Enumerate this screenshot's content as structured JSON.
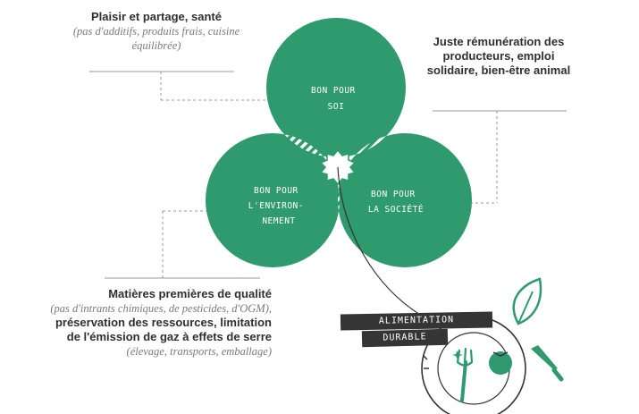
{
  "circles": {
    "soi": "BON POUR\nSOI",
    "env": "BON POUR\nL'ENVIRON-\nNEMENT",
    "soc": "BON POUR\nLA SOCIÉTÉ"
  },
  "blocks": {
    "soi": {
      "title": "Plaisir et partage, santé",
      "detail": "(pas d'additifs, produits frais, cuisine équilibrée)"
    },
    "societe": {
      "title": "Juste rémunération des producteurs, emploi solidaire, bien-être animal"
    },
    "env": {
      "title": "Matières premières de qualité",
      "detail1": "(pas d'intrants chimiques, de pesticides, d'OGM),",
      "middle": "préservation des ressources, limitation de l'émission de gaz à effets de serre",
      "detail2": "(élevage, transports, emballage)"
    }
  },
  "tags": {
    "line1": "ALIMENTATION",
    "line2": "DURABLE"
  },
  "colors": {
    "green": "#2e9a6e",
    "dark": "#353535",
    "line": "#9a9a9a"
  }
}
